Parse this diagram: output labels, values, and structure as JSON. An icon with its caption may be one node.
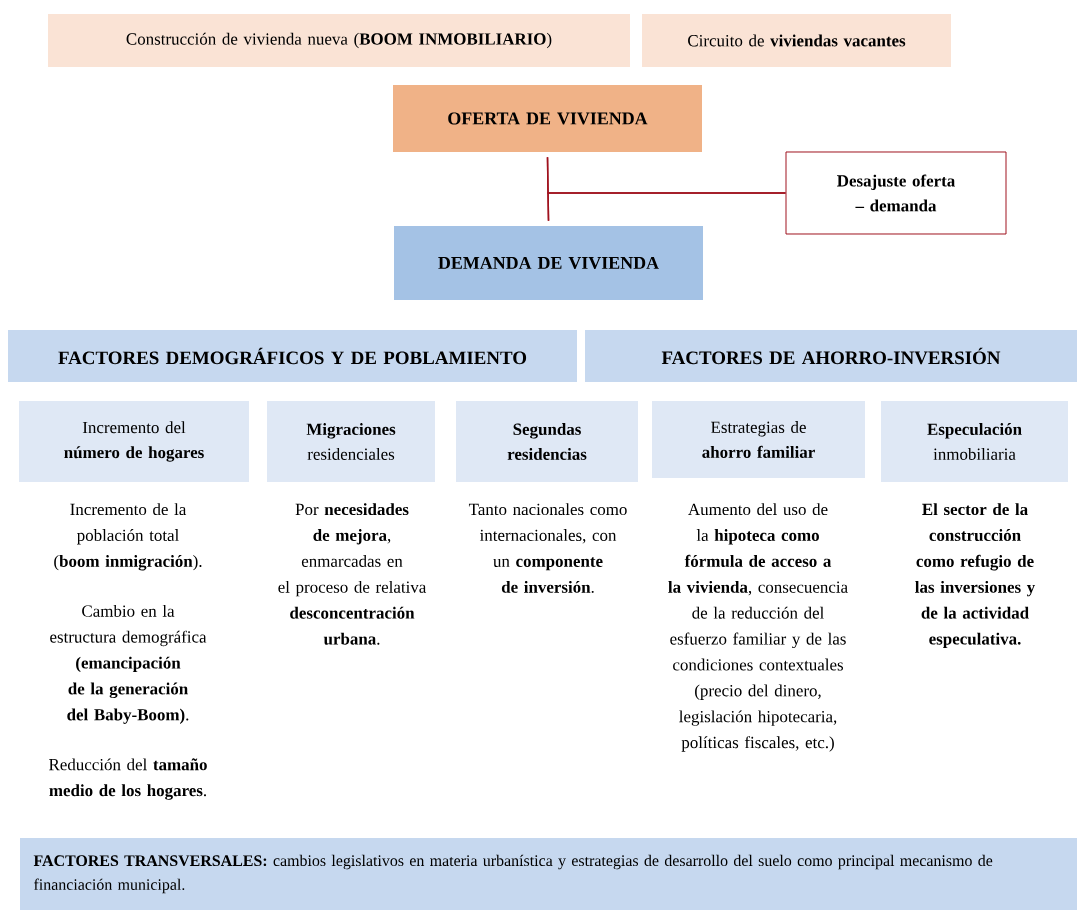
{
  "diagram": {
    "nodes": [
      {
        "text": [
          "Construcción de vivienda nueva (**BOOM INMOBILIARIO**)"
        ]
      },
      {
        "text": [
          "Circuito de **viviendas vacantes**"
        ]
      },
      {
        "text": [
          "OFERTA DE VIVIENDA"
        ]
      },
      {
        "text": [
          "Desajuste oferta – demanda"
        ]
      },
      {
        "text": [
          "DEMANDA DE VIVIENDA"
        ]
      },
      {
        "text": [
          "FACTORES DEMOGRÁFICOS Y  DE POBLAMIENTO"
        ]
      },
      {
        "text": [
          "FACTORES DE AHORRO-INVERSIÓN"
        ]
      },
      {
        "text": [
          "Incremento del **número de hogares**"
        ],
        "beside": [
          "Incremento de la población total (**boom inmigración**).",
          "Cambio en la estructura demográfica **(emancipación de la generación del Baby-Boom)**.",
          "Reducción del **tamaño medio de los hogares**."
        ]
      },
      {
        "text": [
          "**Migraciones** residenciales"
        ],
        "beside": [
          "Por **necesidades de mejora**, enmarcadas en el proceso de relativa **desconcentración urbana**."
        ]
      },
      {
        "text": [
          "**Segundas residencias**"
        ],
        "beside": [
          "Tanto nacionales como internacionales, con un **componente de inversión**."
        ]
      },
      {
        "text": [
          "Estrategias de **ahorro familiar**"
        ],
        "beside": [
          "Aumento del uso de la **hipoteca como fórmula de acceso a la vivienda**, consecuencia de la reducción del esfuerzo familiar y de las condiciones contextuales (precio del dinero, legislación hipotecaria, políticas fiscales, etc.)"
        ]
      },
      {
        "text": [
          "**Especulación** inmobiliaria"
        ],
        "beside": [
          "**El sector de la construcción como refugio de las inversiones y de la actividad especulativa.**"
        ]
      },
      {
        "text": [
          "**FACTORES TRANSVERSALES:** cambios legislativos en materia urbanística y estrategias de desarrollo del suelo como principal mecanismo de financiación municipal."
        ]
      }
    ],
    "edges": [
      {
        "from": 2,
        "to": 4,
        "arrow": "none"
      },
      {
        "from": 3,
        "to": 2,
        "arrow": "none"
      },
      {
        "from": 3,
        "to": 4,
        "arrow": "none"
      }
    ]
  }
}
